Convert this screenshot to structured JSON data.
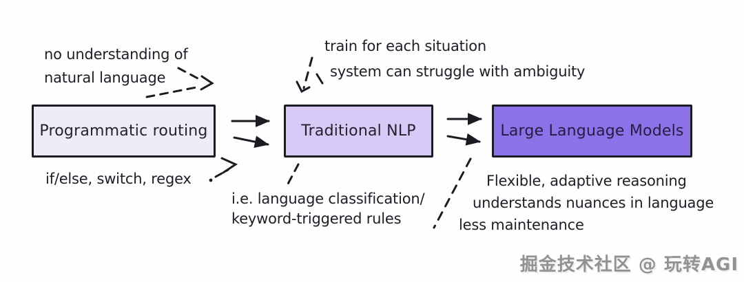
{
  "boxes": [
    {
      "label": "Programmatic routing",
      "fill": "#EDEDF8",
      "text_color": "#23222e"
    },
    {
      "label": "Traditional NLP",
      "fill": "#D7CAF6",
      "text_color": "#23222e"
    },
    {
      "label": "Large Language Models",
      "fill": "#8C72E9",
      "text_color": "#241d42"
    }
  ],
  "annotations": {
    "top_left": [
      "no understanding of",
      "natural language"
    ],
    "train": "train for each situation",
    "struggle": "system can struggle with ambiguity",
    "if_else": "if/else, switch, regex",
    "bottom_mid": [
      "i.e. language classification/",
      "keyword-triggered rules"
    ],
    "bottom_right": [
      "Flexible, adaptive reasoning",
      "understands nuances in language",
      "less maintenance"
    ]
  },
  "watermark": "掘金技术社区 @ 玩转AGI",
  "colors": {
    "ink": "#1d1d26",
    "background": "#fefefe",
    "watermark_gray": "#929292"
  }
}
